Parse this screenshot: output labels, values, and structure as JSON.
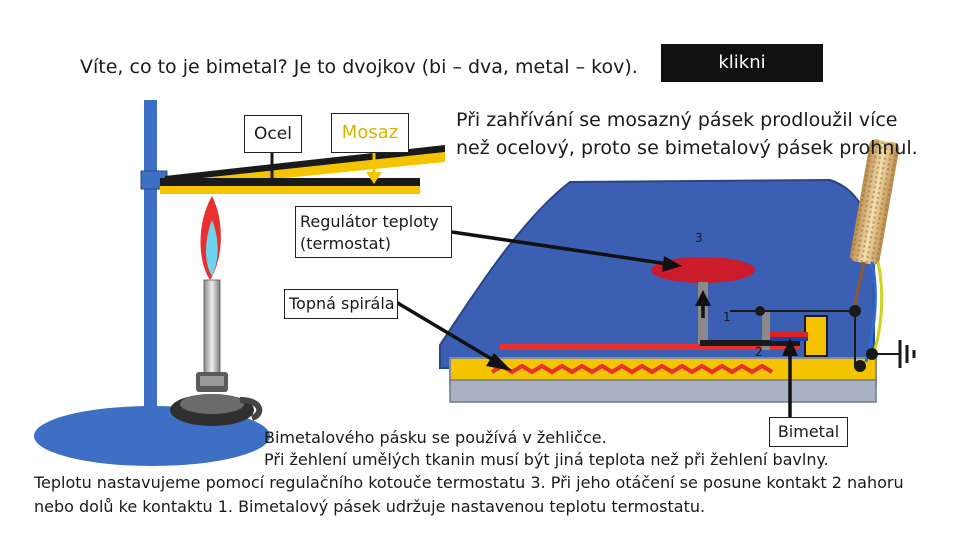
{
  "headline": "Víte, co to je bimetal? Je to dvojkov (bi – dva, metal – kov).",
  "button": {
    "label": "klikni"
  },
  "labels": {
    "ocel": "Ocel",
    "mosaz": "Mosaz",
    "regulator": "Regulátor teploty (termostat)",
    "spirala": "Topná spirála",
    "bimetal": "Bimetal",
    "num3": "3",
    "num1": "1",
    "num2": "2"
  },
  "explanation": "Při zahřívání se mosazný pásek prodloužil více než ocelový, proto se bimetalový pásek prohnul.",
  "body_text": {
    "line1": "Bimetalového pásku se používá v žehličce.",
    "line2": "Při žehlení umělých tkanin musí být jiná teplota než při žehlení bavlny.",
    "line3": "Teplotu nastavujeme pomocí regulačního kotouče termostatu 3. Při jeho otáčení se posune kontakt 2 nahoru nebo dolů ke kontaktu 1. Bimetalový pásek udržuje nastavenou teplotu termostatu."
  },
  "colors": {
    "stand_blue": "#3d6fc4",
    "iron_blue": "#3a5fb3",
    "brass": "#f5c400",
    "steel": "#1a1a1a",
    "dial_red": "#cc1c2b",
    "flame_red": "#e8302e",
    "flame_blue": "#6fd3f0",
    "contact_yellow": "#f2c200",
    "base_grey": "#a8b2c2"
  }
}
